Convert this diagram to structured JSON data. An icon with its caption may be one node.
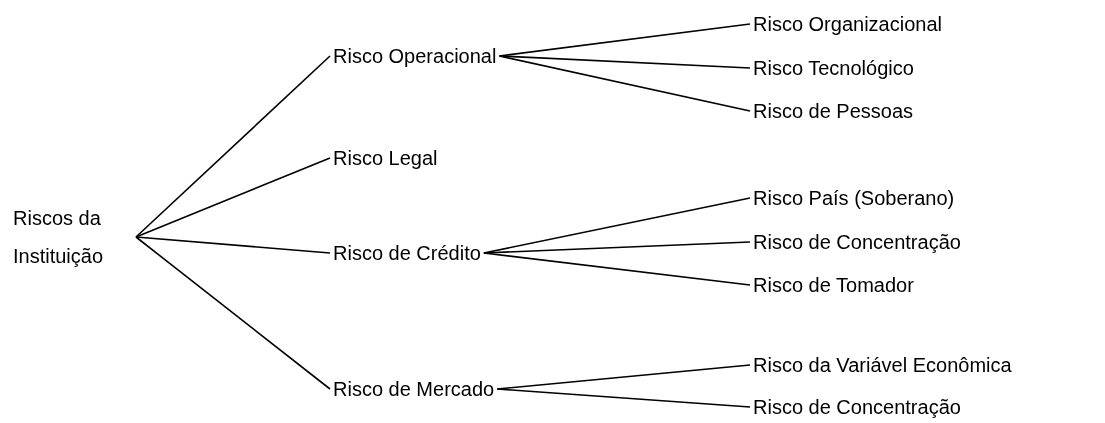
{
  "diagram": {
    "nodes": [
      {
        "text": [
          "Riscos da Instituição"
        ]
      },
      {
        "text": [
          "Risco Operacional"
        ]
      },
      {
        "text": [
          "Risco Legal"
        ]
      },
      {
        "text": [
          "Risco de Crédito"
        ]
      },
      {
        "text": [
          "Risco de Mercado"
        ]
      },
      {
        "text": [
          "Risco Organizacional"
        ]
      },
      {
        "text": [
          "Risco Tecnológico"
        ]
      },
      {
        "text": [
          "Risco de Pessoas"
        ]
      },
      {
        "text": [
          "Risco País (Soberano)"
        ]
      },
      {
        "text": [
          "Risco de Concentração"
        ]
      },
      {
        "text": [
          "Risco de Tomador"
        ]
      },
      {
        "text": [
          "Risco da Variável Econômica"
        ]
      },
      {
        "text": [
          "Risco de Concentração"
        ]
      }
    ],
    "edges": [
      {
        "from": 0,
        "to": 1,
        "arrow": "none"
      },
      {
        "from": 0,
        "to": 2,
        "arrow": "none"
      },
      {
        "from": 0,
        "to": 3,
        "arrow": "none"
      },
      {
        "from": 0,
        "to": 4,
        "arrow": "none"
      },
      {
        "from": 1,
        "to": 5,
        "arrow": "none"
      },
      {
        "from": 1,
        "to": 6,
        "arrow": "none"
      },
      {
        "from": 1,
        "to": 7,
        "arrow": "none"
      },
      {
        "from": 3,
        "to": 8,
        "arrow": "none"
      },
      {
        "from": 3,
        "to": 9,
        "arrow": "none"
      },
      {
        "from": 3,
        "to": 10,
        "arrow": "none"
      },
      {
        "from": 4,
        "to": 11,
        "arrow": "none"
      },
      {
        "from": 4,
        "to": 12,
        "arrow": "none"
      }
    ]
  }
}
